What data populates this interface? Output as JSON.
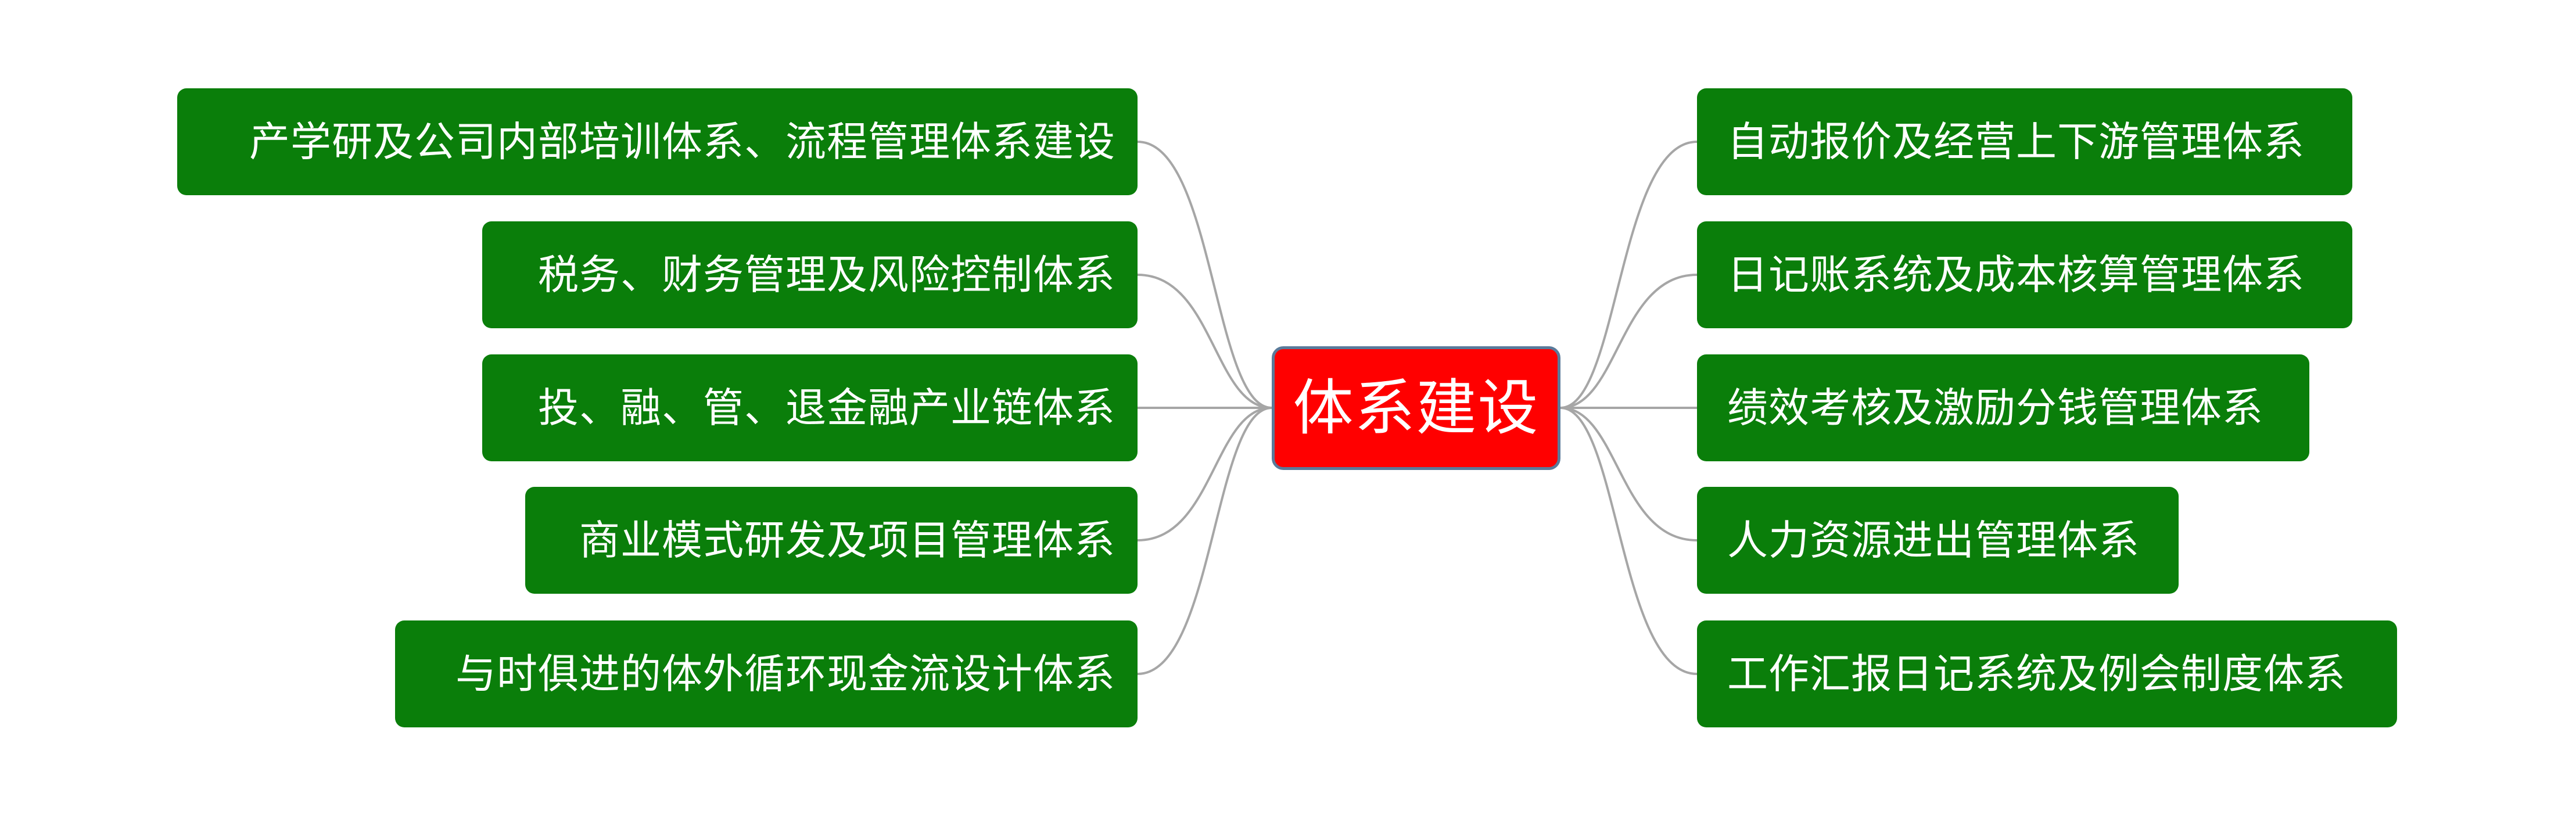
{
  "center": {
    "label": "体系建设",
    "color": "#ff0000"
  },
  "branch_color": "#0a7e0a",
  "connector_color": "#a6a6a6",
  "left_branches": [
    {
      "label": "产学研及公司内部培训体系、流程管理体系建设"
    },
    {
      "label": "税务、财务管理及风险控制体系"
    },
    {
      "label": "投、融、管、退金融产业链体系"
    },
    {
      "label": "商业模式研发及项目管理体系"
    },
    {
      "label": "与时俱进的体外循环现金流设计体系"
    }
  ],
  "right_branches": [
    {
      "label": "自动报价及经营上下游管理体系"
    },
    {
      "label": "日记账系统及成本核算管理体系"
    },
    {
      "label": "绩效考核及激励分钱管理体系"
    },
    {
      "label": "人力资源进出管理体系"
    },
    {
      "label": "工作汇报日记系统及例会制度体系"
    }
  ]
}
